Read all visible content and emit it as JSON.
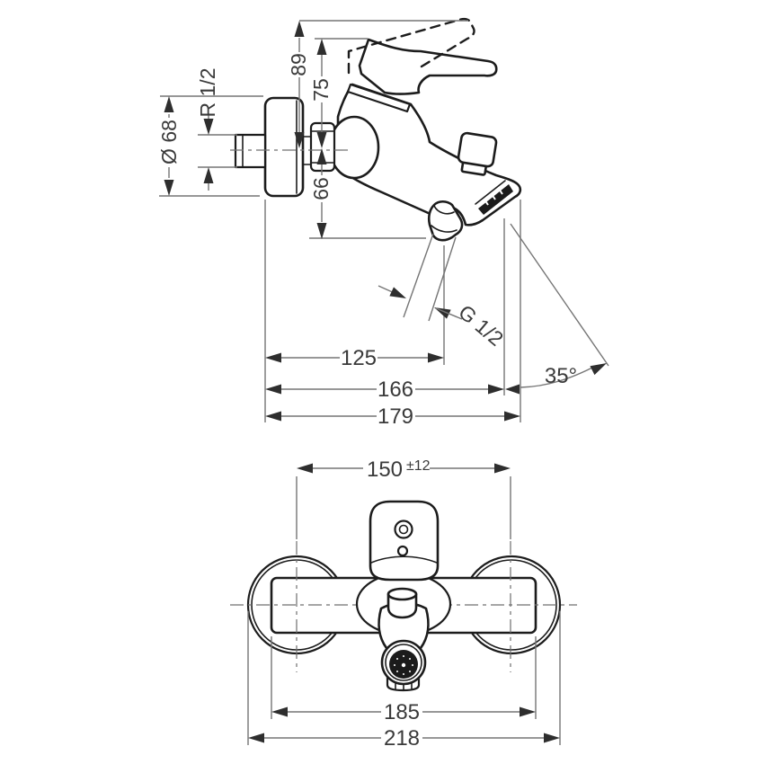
{
  "diagram": {
    "title": "Wall-mounted single-lever bath/shower mixer - installation dimension drawing",
    "views": {
      "side": "side elevation with mounting dimensions",
      "plan": "plan view with width dimensions"
    },
    "colors": {
      "background": "#ffffff",
      "object_line": "#1c1c1c",
      "dimension_line": "#757575",
      "arrow_fill": "#2e2e2e",
      "label_text": "#3a3a3a"
    },
    "dims": {
      "h89": "89",
      "h75": "75",
      "h66": "66",
      "r12": "R 1/2",
      "d68": "Ø 68",
      "w125": "125",
      "w166": "166",
      "w179": "179",
      "g12": "G 1/2",
      "a35": "35°",
      "w150": "150",
      "tol150": "±12",
      "w185": "185",
      "w218": "218"
    }
  }
}
